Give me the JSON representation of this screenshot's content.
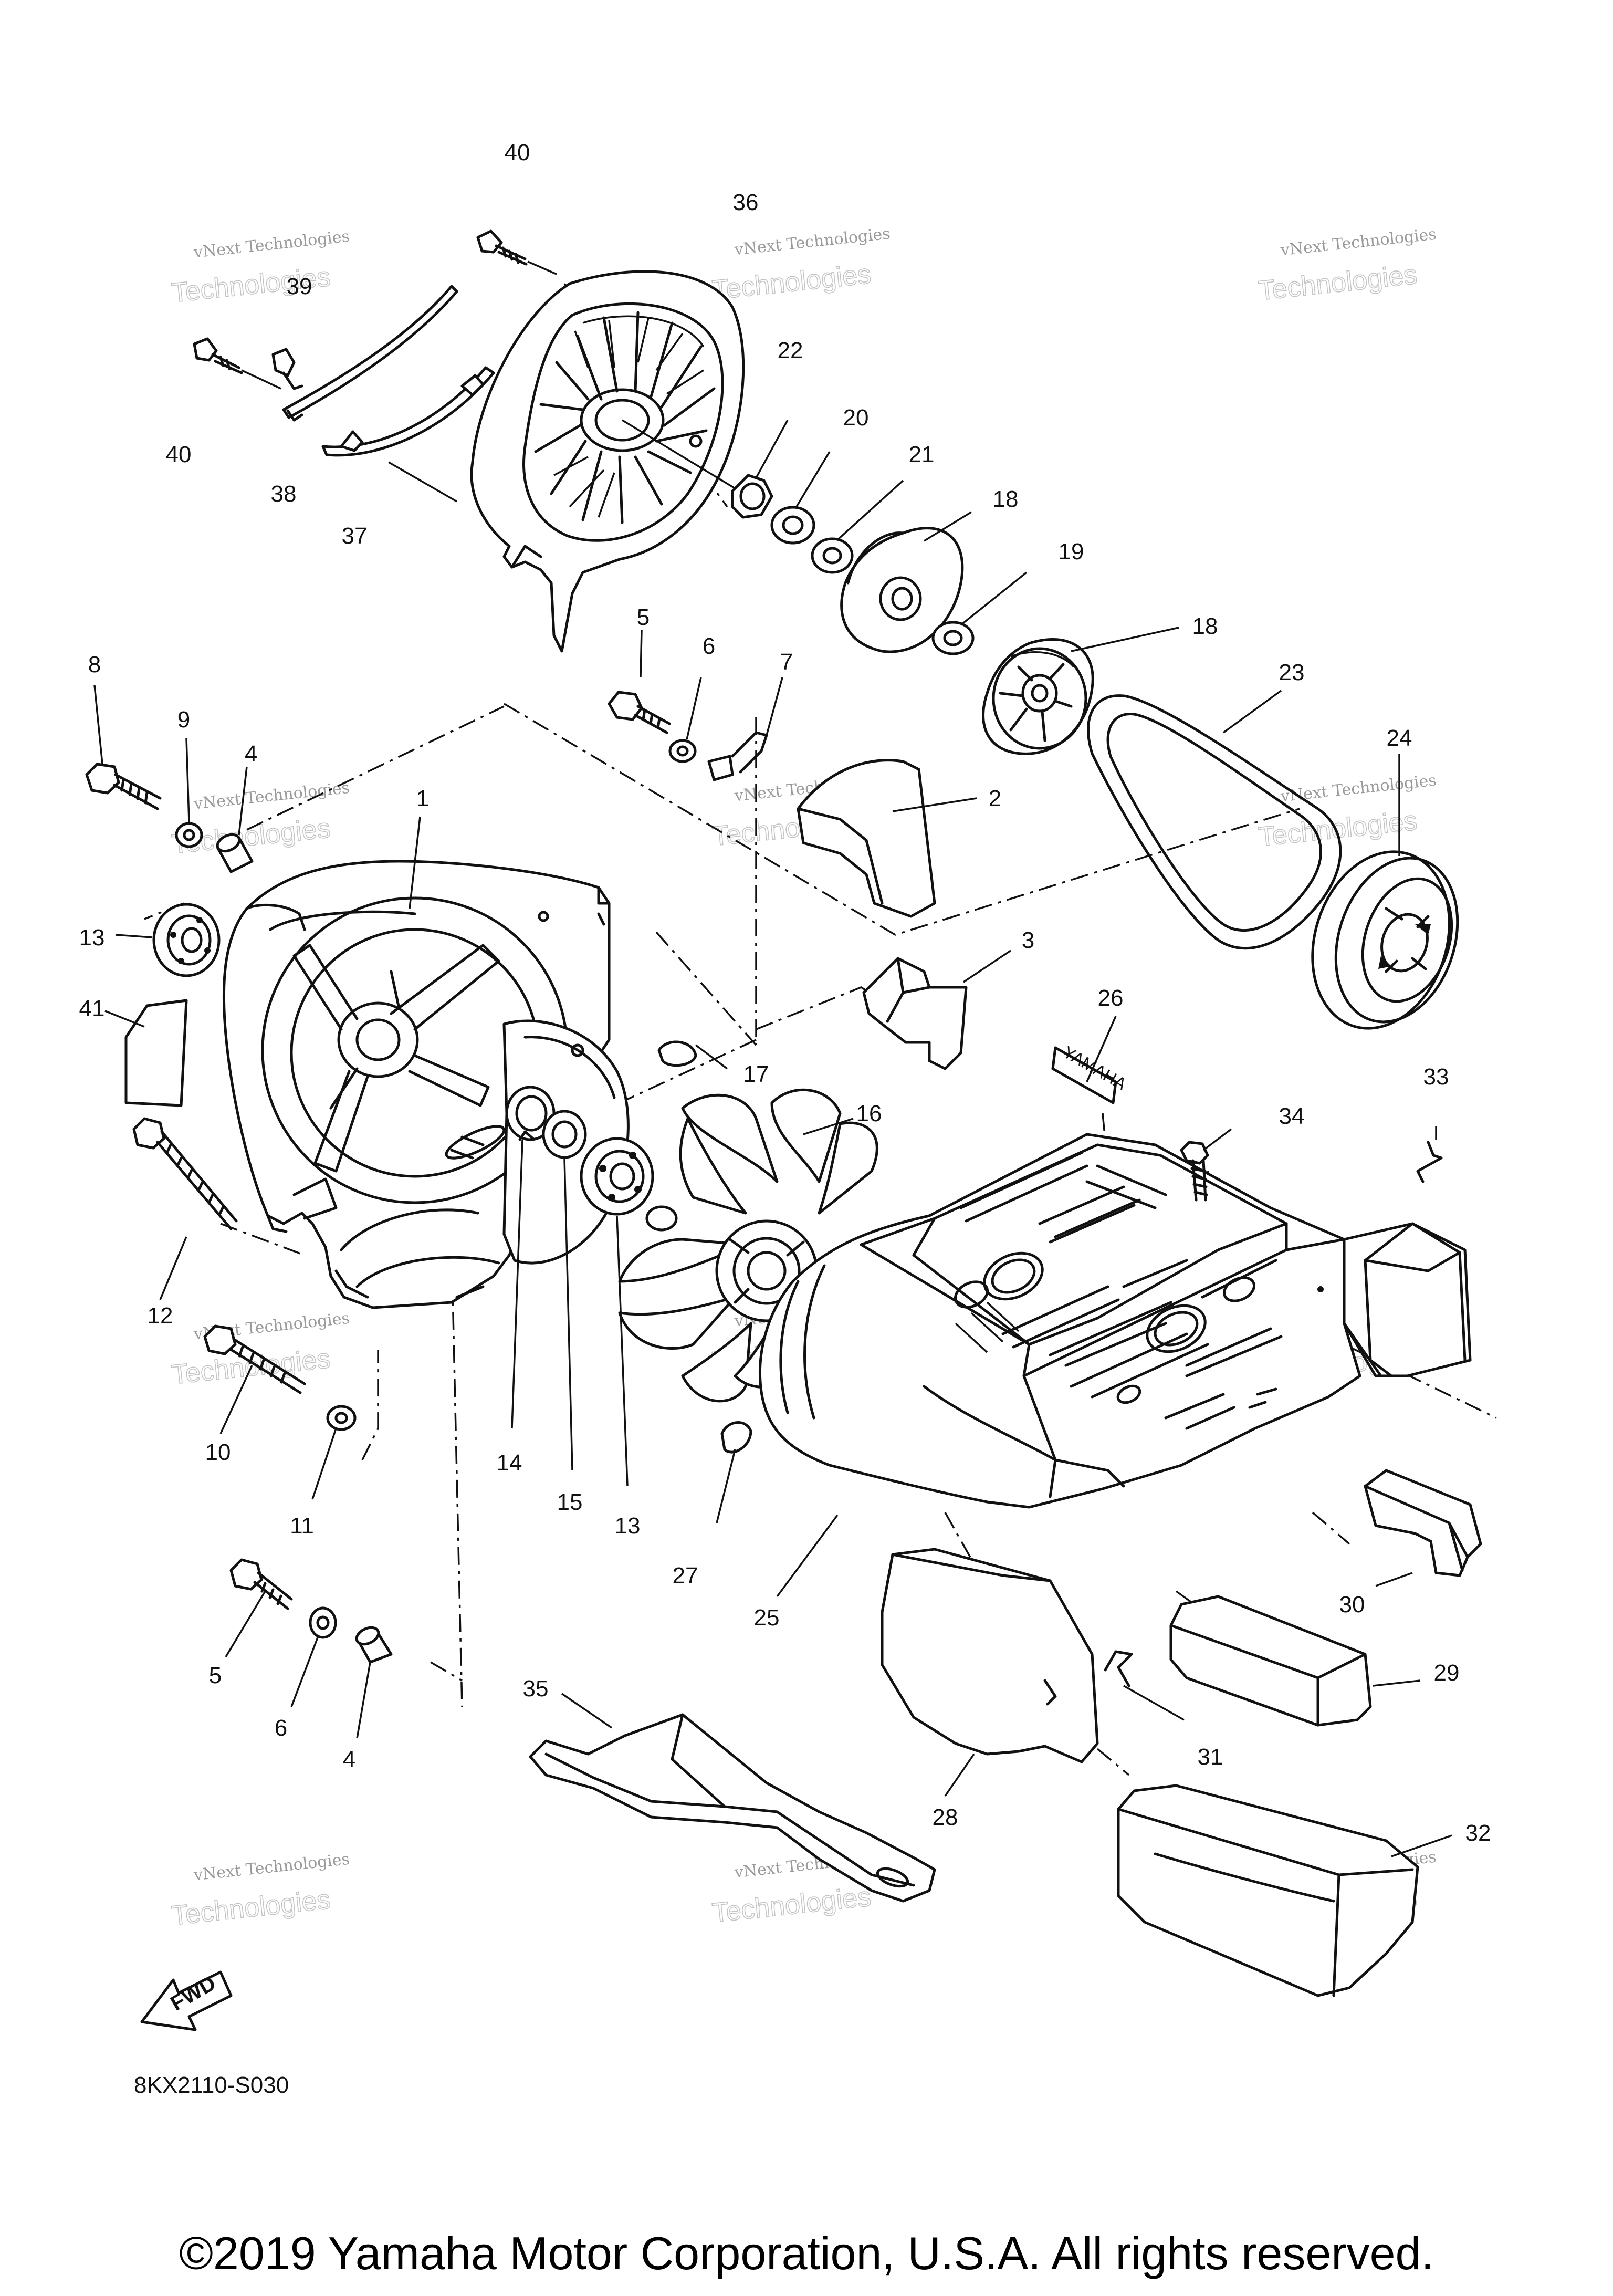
{
  "diagram": {
    "labels": {
      "l40a": "40",
      "l36": "36",
      "l39": "39",
      "l40b": "40",
      "l38": "38",
      "l37": "37",
      "l22": "22",
      "l20": "20",
      "l21": "21",
      "l18a": "18",
      "l19": "19",
      "l18b": "18",
      "l8": "8",
      "l9": "9",
      "l4a": "4",
      "l1": "1",
      "l5a": "5",
      "l6a": "6",
      "l7": "7",
      "l2": "2",
      "l3": "3",
      "l23": "23",
      "l24": "24",
      "l13a": "13",
      "l41": "41",
      "l17": "17",
      "l16": "16",
      "l26": "26",
      "l33": "33",
      "l34": "34",
      "l12": "12",
      "l10": "10",
      "l11": "11",
      "l14": "14",
      "l15": "15",
      "l13b": "13",
      "l27": "27",
      "l25": "25",
      "l30": "30",
      "l29": "29",
      "l31": "31",
      "l28": "28",
      "l35": "35",
      "l32": "32",
      "l5b": "5",
      "l6b": "6",
      "l4b": "4"
    },
    "fwd_label": "FWD",
    "decal_text": "YAMAHA",
    "drawing_code": "8KX2110-S030",
    "watermark": {
      "line1": "vNext Technologies",
      "line2": "Technologies"
    }
  },
  "footer": {
    "copyright": "©2019 Yamaha Motor Corporation, U.S.A. All rights reserved."
  }
}
